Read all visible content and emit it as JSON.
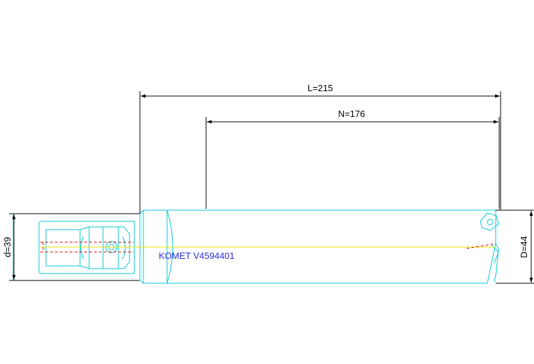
{
  "dimensions": {
    "overall_length": "L=215",
    "usable_length": "N=176",
    "shank_diameter": "d=39",
    "cutting_diameter": "D=44"
  },
  "part_label": "KOMET V4594401",
  "colors": {
    "outline": "#00c8d8",
    "dimension": "#000000",
    "centerline": "#f0e000",
    "hidden": "#e00000",
    "label": "#2b2bd6"
  }
}
